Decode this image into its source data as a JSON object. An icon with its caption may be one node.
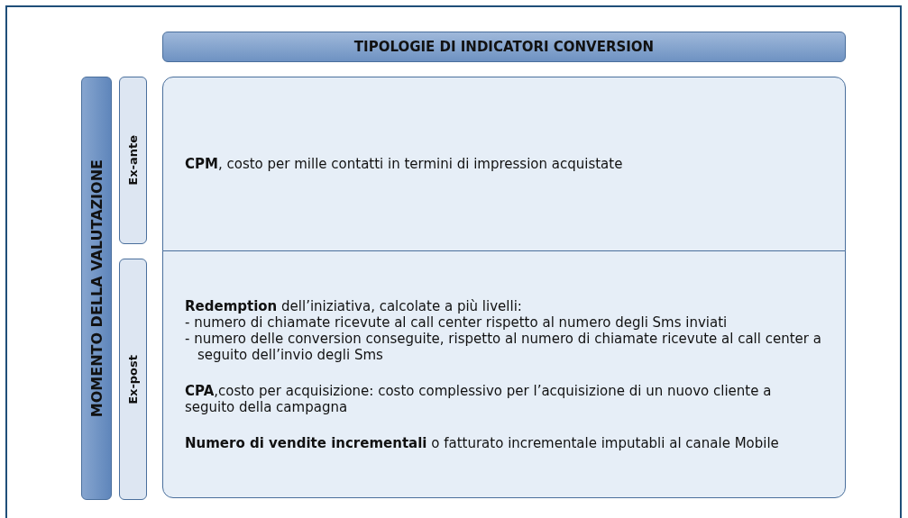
{
  "diagram": {
    "nodes": [
      {
        "text": [
          "TIPOLOGIE DI INDICATORI CONVERSION"
        ]
      },
      {
        "text": [
          "MOMENTO DELLA VALUTAZIONE"
        ]
      },
      {
        "text": [
          "Ex-ante"
        ]
      },
      {
        "text": [
          "Ex-post"
        ]
      },
      {
        "text": [
          "**CPM**, costo per mille contatti in termini di impression acquistate"
        ]
      },
      {
        "text": [
          "**Redemption** dell’iniziativa, calcolate a più livelli:",
          "- numero di chiamate ricevute al call center rispetto al numero degli Sms inviati",
          "- numero delle conversion conseguite, rispetto al numero di chiamate ricevute al call center a seguito dell’invio degli Sms",
          "**CPA**,costo per acquisizione: costo complessivo per l’acquisizione di un nuovo cliente a seguito della campagna",
          "**Numero di vendite incrementali** o fatturato incrementale imputabli al canale Mobile"
        ]
      }
    ]
  }
}
